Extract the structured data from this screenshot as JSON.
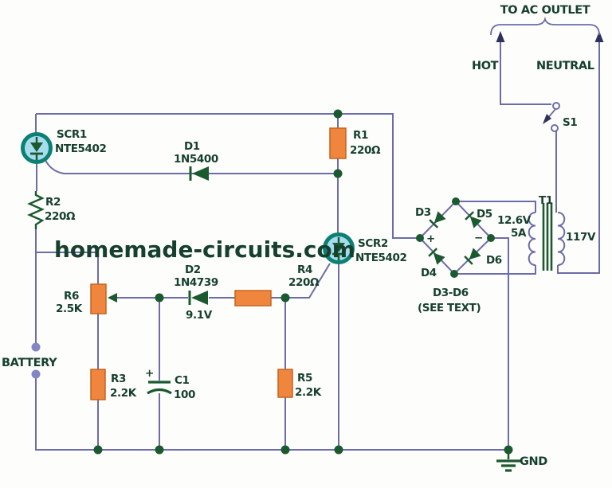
{
  "watermark": {
    "text": "homemade-circuits.com"
  },
  "outlet": {
    "title": "TO AC OUTLET",
    "hot_label": "HOT",
    "neutral_label": "NEUTRAL"
  },
  "switch": {
    "ref": "S1"
  },
  "transformer": {
    "ref": "T1",
    "primary_label": "117V",
    "secondary_voltage": "12.6V",
    "secondary_current": "5A"
  },
  "bridge": {
    "d3": "D3",
    "d4": "D4",
    "d5": "D5",
    "d6": "D6",
    "plus": "+",
    "minus": "−",
    "note_line1": "D3-D6",
    "note_line2": "(SEE TEXT)"
  },
  "scr1": {
    "ref": "SCR1",
    "part": "NTE5402"
  },
  "scr2": {
    "ref": "SCR2",
    "part": "NTE5402"
  },
  "d1": {
    "ref": "D1",
    "part": "1N5400"
  },
  "d2": {
    "ref": "D2",
    "part": "1N4739",
    "zener_voltage": "9.1V"
  },
  "r1": {
    "ref": "R1",
    "val": "220Ω"
  },
  "r2": {
    "ref": "R2",
    "val": "220Ω"
  },
  "r3": {
    "ref": "R3",
    "val": "2.2K"
  },
  "r4": {
    "ref": "R4",
    "val": "220Ω"
  },
  "r5": {
    "ref": "R5",
    "val": "2.2K"
  },
  "r6": {
    "ref": "R6",
    "val": "2.5K"
  },
  "c1": {
    "ref": "C1",
    "val": "100",
    "polarity": "+"
  },
  "battery": {
    "label": "BATTERY"
  },
  "ground": {
    "label": "GND"
  },
  "colors": {
    "wire": "#6c6ca8",
    "component_green": "#1a5a2e",
    "label_green": "#16402e",
    "resistor_orange": "#f0863e",
    "scr_teal": "#0c8173",
    "scr_fill": "#a6dcee",
    "watermark_red": "#dc1414",
    "battery_terminal": "#8486c4"
  }
}
